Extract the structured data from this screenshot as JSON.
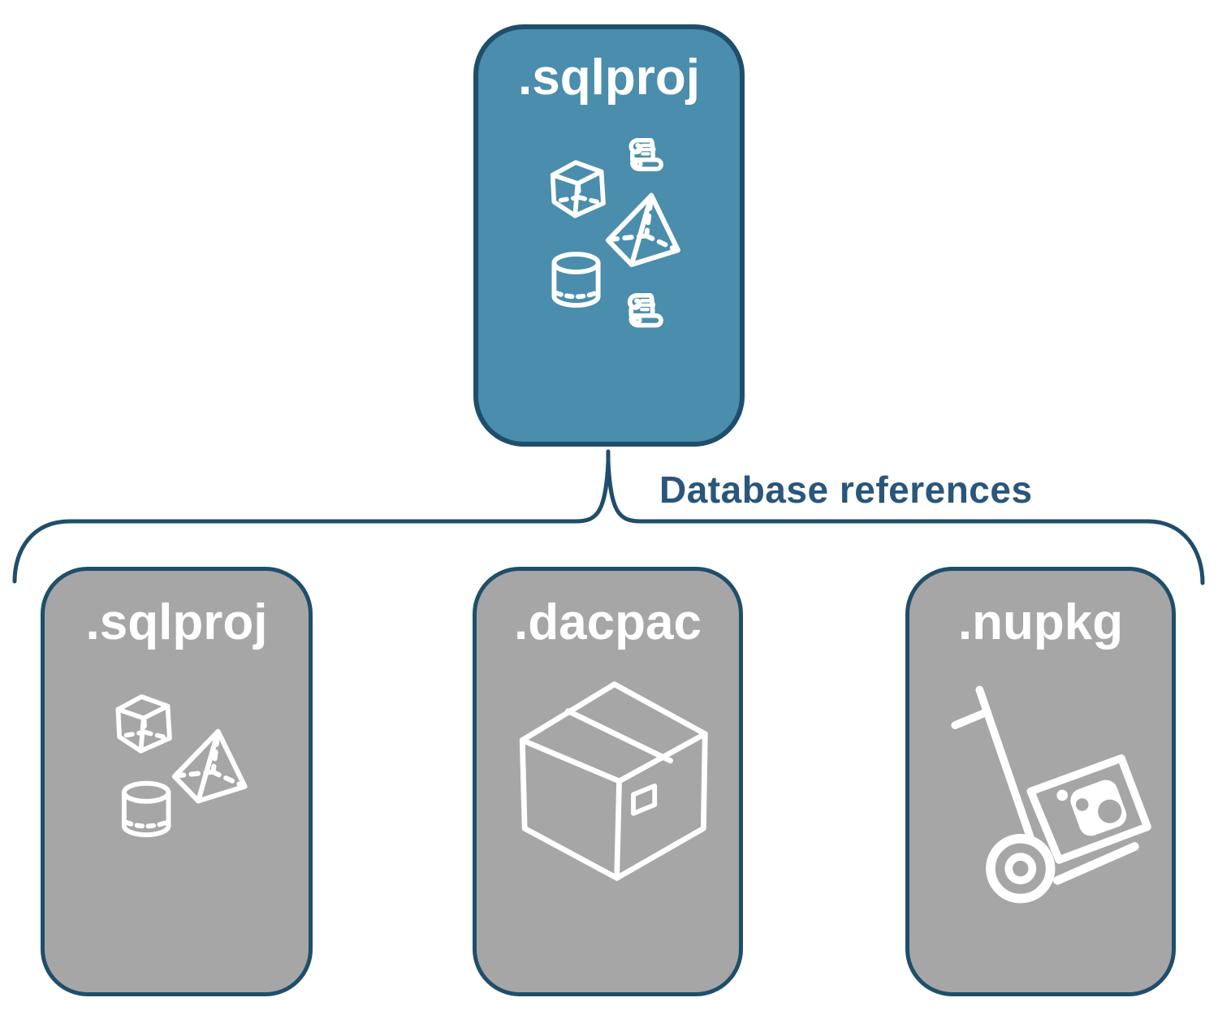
{
  "diagram": {
    "root": {
      "label": ".sqlproj",
      "icons": [
        "scroll-icon",
        "cube-icon",
        "pyramid-icon",
        "cylinder-icon",
        "scroll-icon"
      ]
    },
    "edge_label": "Database references",
    "children": [
      {
        "label": ".sqlproj",
        "icons": [
          "cube-icon",
          "pyramid-icon",
          "cylinder-icon"
        ]
      },
      {
        "label": ".dacpac",
        "icons": [
          "package-box-icon"
        ]
      },
      {
        "label": ".nupkg",
        "icons": [
          "hand-truck-package-icon"
        ]
      }
    ],
    "colors": {
      "root_fill": "#4a8dac",
      "child_fill": "#a6a6a6",
      "stroke": "#1f4e6b",
      "label_text": "#2a567a",
      "icon_and_title": "#ffffff",
      "background": "#ffffff"
    }
  }
}
